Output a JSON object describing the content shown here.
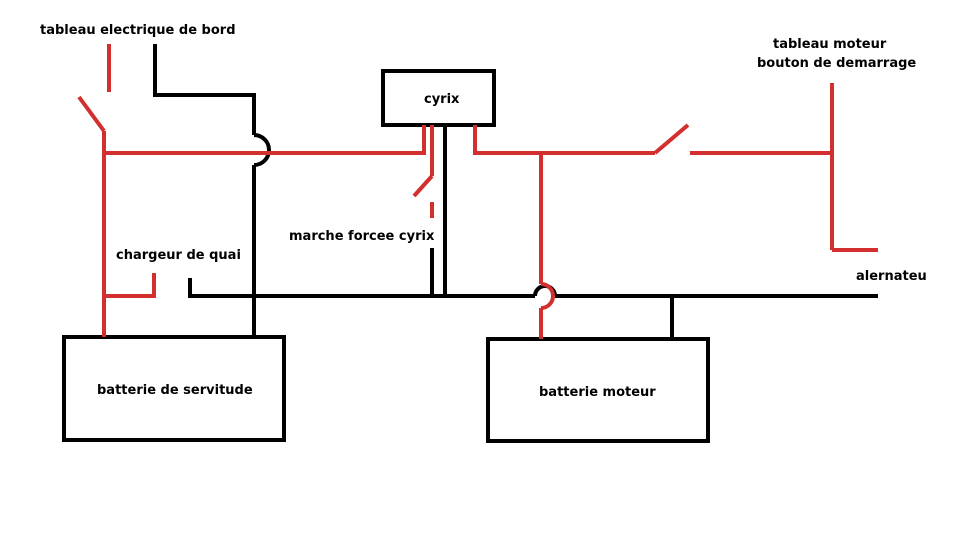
{
  "labels": {
    "tableau_bord": "tableau electrique de bord",
    "tableau_moteur_1": "tableau moteur",
    "tableau_moteur_2": "bouton de demarrage",
    "cyrix": "cyrix",
    "marche_forcee": "marche forcee cyrix",
    "chargeur": "chargeur de quai",
    "alternateur": "alernateu",
    "batterie_servitude": "batterie de servitude",
    "batterie_moteur": "batterie moteur"
  },
  "colors": {
    "positive_wire": "#d32f2f",
    "negative_wire": "#000000",
    "background": "#ffffff"
  }
}
